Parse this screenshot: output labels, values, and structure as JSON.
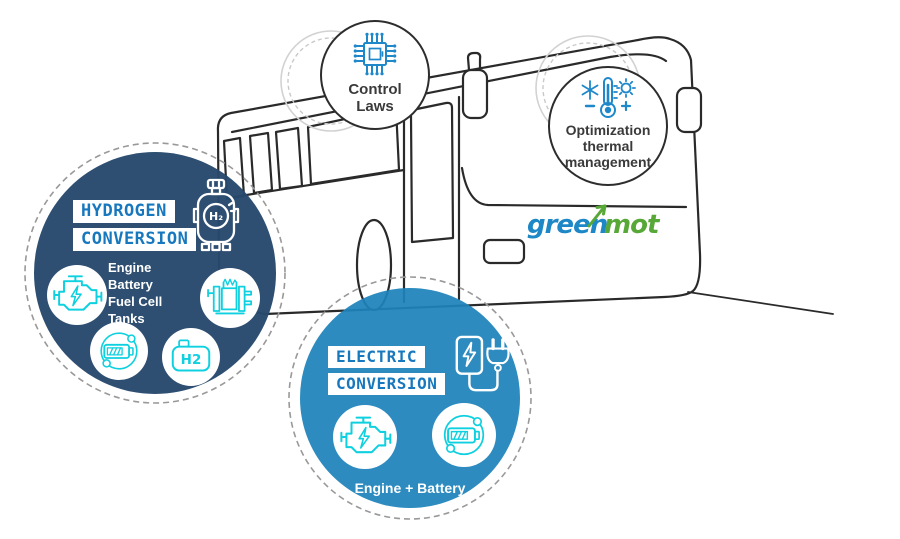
{
  "colors": {
    "line": "#2a2a2a",
    "ghost": "#cdcdcd",
    "accent_blue": "#1e88c9",
    "navy": "#27496d",
    "electric_blue": "#1d82ba",
    "cyan": "#0fd0df",
    "title_blue": "#1878bd",
    "text_dark": "#3a3a3a",
    "logo_blue": "#1e87c6",
    "logo_green": "#58a838"
  },
  "logo": {
    "green": "green",
    "mot": "mot"
  },
  "callouts": {
    "control": {
      "lines": [
        "Control",
        "Laws"
      ]
    },
    "thermal": {
      "lines": [
        "Optimization",
        "thermal",
        "management"
      ]
    },
    "hydrogen": {
      "title": [
        "HYDROGEN",
        "CONVERSION"
      ],
      "components": "Engine\nBattery\nFuel Cell\nTanks",
      "tank_label": "H₂",
      "h2_badge": "H2"
    },
    "electric": {
      "title": [
        "ELECTRIC",
        "CONVERSION"
      ],
      "caption": "Engine + Battery"
    }
  }
}
